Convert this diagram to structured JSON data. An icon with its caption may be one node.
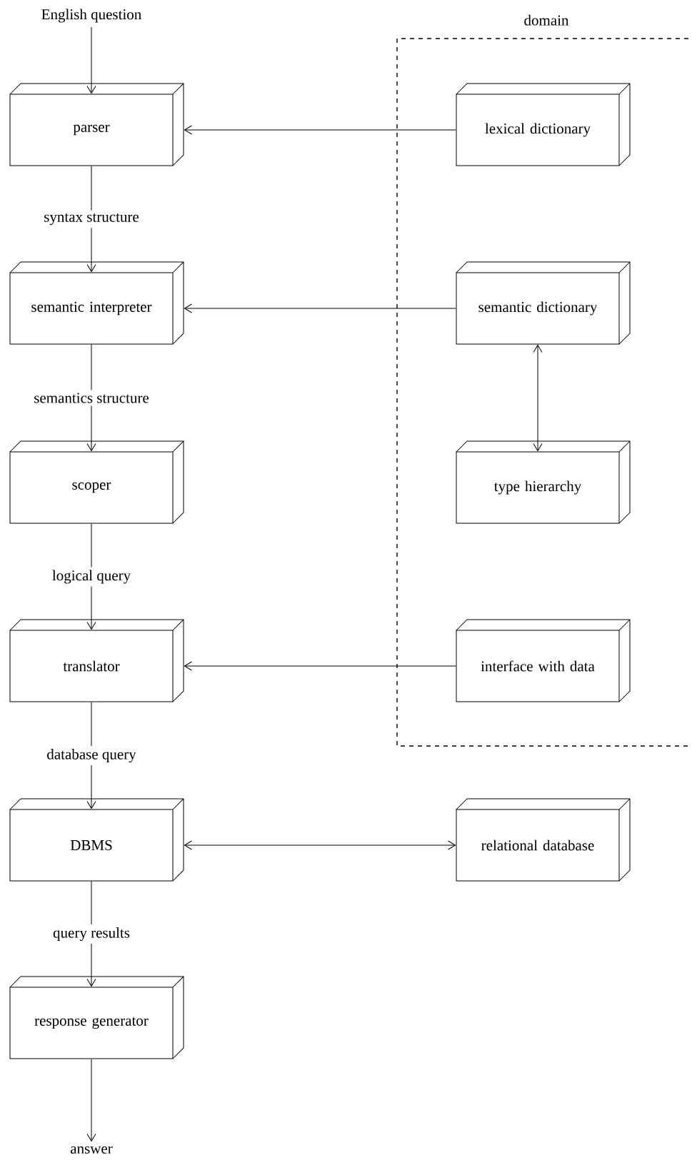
{
  "diagram": {
    "nodes": [
      {
        "text": [
          "English question"
        ]
      },
      {
        "text": [
          "parser"
        ]
      },
      {
        "text": [
          "semantic interpreter"
        ]
      },
      {
        "text": [
          "scoper"
        ]
      },
      {
        "text": [
          "translator"
        ]
      },
      {
        "text": [
          "DBMS"
        ]
      },
      {
        "text": [
          "response generator"
        ]
      },
      {
        "text": [
          "answer"
        ]
      },
      {
        "text": [
          "domain"
        ]
      },
      {
        "text": [
          "lexical dictionary"
        ],
        "in": 8
      },
      {
        "text": [
          "semantic dictionary"
        ],
        "in": 8
      },
      {
        "text": [
          "type hierarchy"
        ],
        "in": 8
      },
      {
        "text": [
          "interface with data"
        ],
        "in": 8
      },
      {
        "text": [
          "relational database"
        ]
      }
    ],
    "edges": [
      {
        "from": 0,
        "to": 1,
        "arrow": "to"
      },
      {
        "from": 9,
        "to": 1,
        "arrow": "to"
      },
      {
        "from": 1,
        "to": 2,
        "arrow": "to",
        "label": "syntax structure"
      },
      {
        "from": 10,
        "to": 2,
        "arrow": "to"
      },
      {
        "from": 2,
        "to": 3,
        "arrow": "to",
        "label": "semantics structure"
      },
      {
        "from": 10,
        "to": 11,
        "arrow": "both"
      },
      {
        "from": 3,
        "to": 4,
        "arrow": "to",
        "label": "logical query"
      },
      {
        "from": 12,
        "to": 4,
        "arrow": "to"
      },
      {
        "from": 4,
        "to": 5,
        "arrow": "to",
        "label": "database query"
      },
      {
        "from": 5,
        "to": 13,
        "arrow": "both"
      },
      {
        "from": 5,
        "to": 6,
        "arrow": "to",
        "label": "query results"
      },
      {
        "from": 6,
        "to": 7,
        "arrow": "to"
      }
    ]
  }
}
